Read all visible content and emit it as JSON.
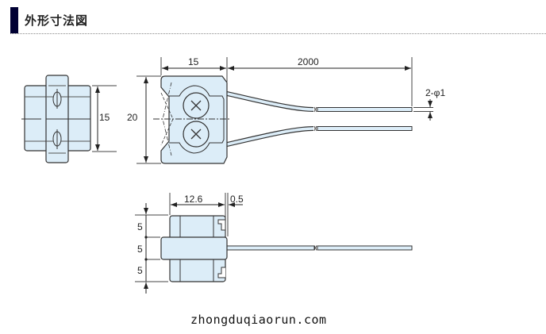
{
  "header": {
    "title": "外形寸法図"
  },
  "drawing": {
    "front_view": {
      "dimension_height": "15"
    },
    "side_view": {
      "dimension_height": "20",
      "dimension_width": "15",
      "dimension_cable_length": "2000",
      "dimension_cable_diameter": "2-φ1"
    },
    "bottom_view": {
      "dimension_width": "12.6",
      "dimension_gap": "0.5",
      "dimension_seg_top": "5",
      "dimension_seg_mid": "5",
      "dimension_seg_bot": "5"
    },
    "colors": {
      "body_fill": "#dcedf8",
      "outline": "#333333",
      "accent": "#000033"
    }
  },
  "watermark": {
    "text": "zhongduqiaorun.com"
  }
}
